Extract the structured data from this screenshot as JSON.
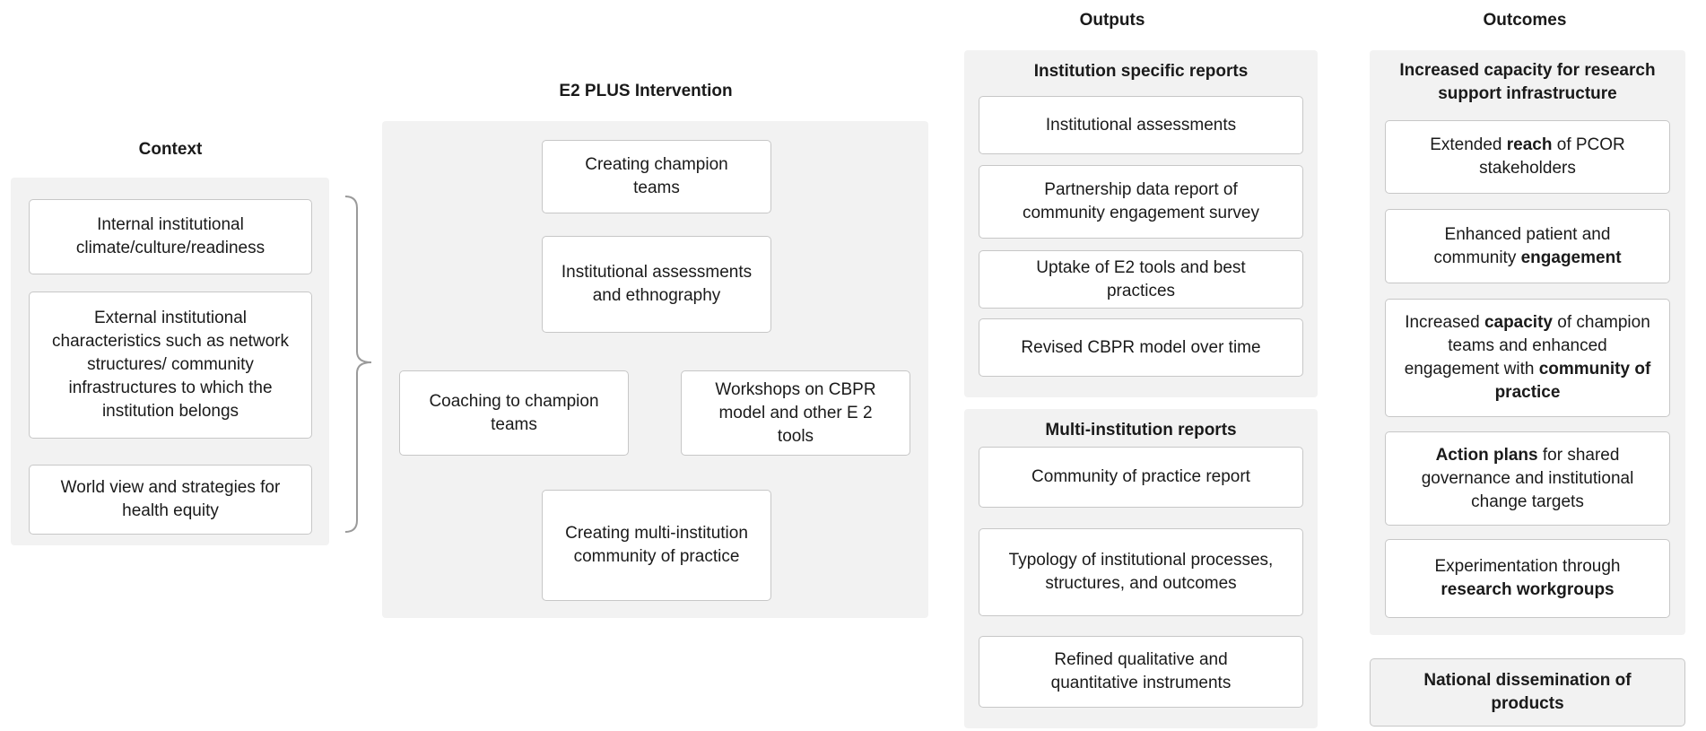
{
  "context": {
    "title": "Context",
    "items": [
      "Internal institutional climate/culture/readiness",
      "External institutional characteristics such as network structures/ community infrastructures to which the institution belongs",
      "World view and strategies for health equity"
    ]
  },
  "intervention": {
    "title": "E2 PLUS Intervention",
    "items": {
      "champion_teams": "Creating champion teams",
      "assessments": "Institutional assessments and ethnography",
      "coaching": "Coaching to champion teams",
      "workshops": "Workshops on CBPR model and other E 2 tools",
      "community": "Creating multi-institution community of practice"
    }
  },
  "outputs": {
    "title": "Outputs",
    "institution_reports": {
      "title": "Institution specific reports",
      "items": [
        "Institutional assessments",
        "Partnership data report of community engagement survey",
        "Uptake of E2 tools and best practices",
        "Revised CBPR model over time"
      ]
    },
    "multi_reports": {
      "title": "Multi-institution reports",
      "items": [
        "Community of practice report",
        "Typology of institutional processes, structures, and outcomes",
        "Refined qualitative and quantitative instruments"
      ]
    }
  },
  "outcomes": {
    "title": "Outcomes",
    "capacity_title": "Increased capacity for research support infrastructure",
    "items": [
      {
        "pre": "Extended ",
        "bold": "reach",
        "post": " of PCOR stakeholders"
      },
      {
        "pre": "Enhanced patient and community ",
        "bold": "engagement",
        "post": ""
      },
      {
        "pre": "Increased ",
        "bold": "capacity",
        "post": " of champion teams and enhanced engagement with ",
        "bold2": "community of practice"
      },
      {
        "pre": "",
        "bold": "Action plans",
        "post": " for shared governance and institutional change targets"
      },
      {
        "pre": "Experimentation through ",
        "bold": "research workgroups",
        "post": ""
      }
    ],
    "dissemination": "National dissemination of products"
  }
}
